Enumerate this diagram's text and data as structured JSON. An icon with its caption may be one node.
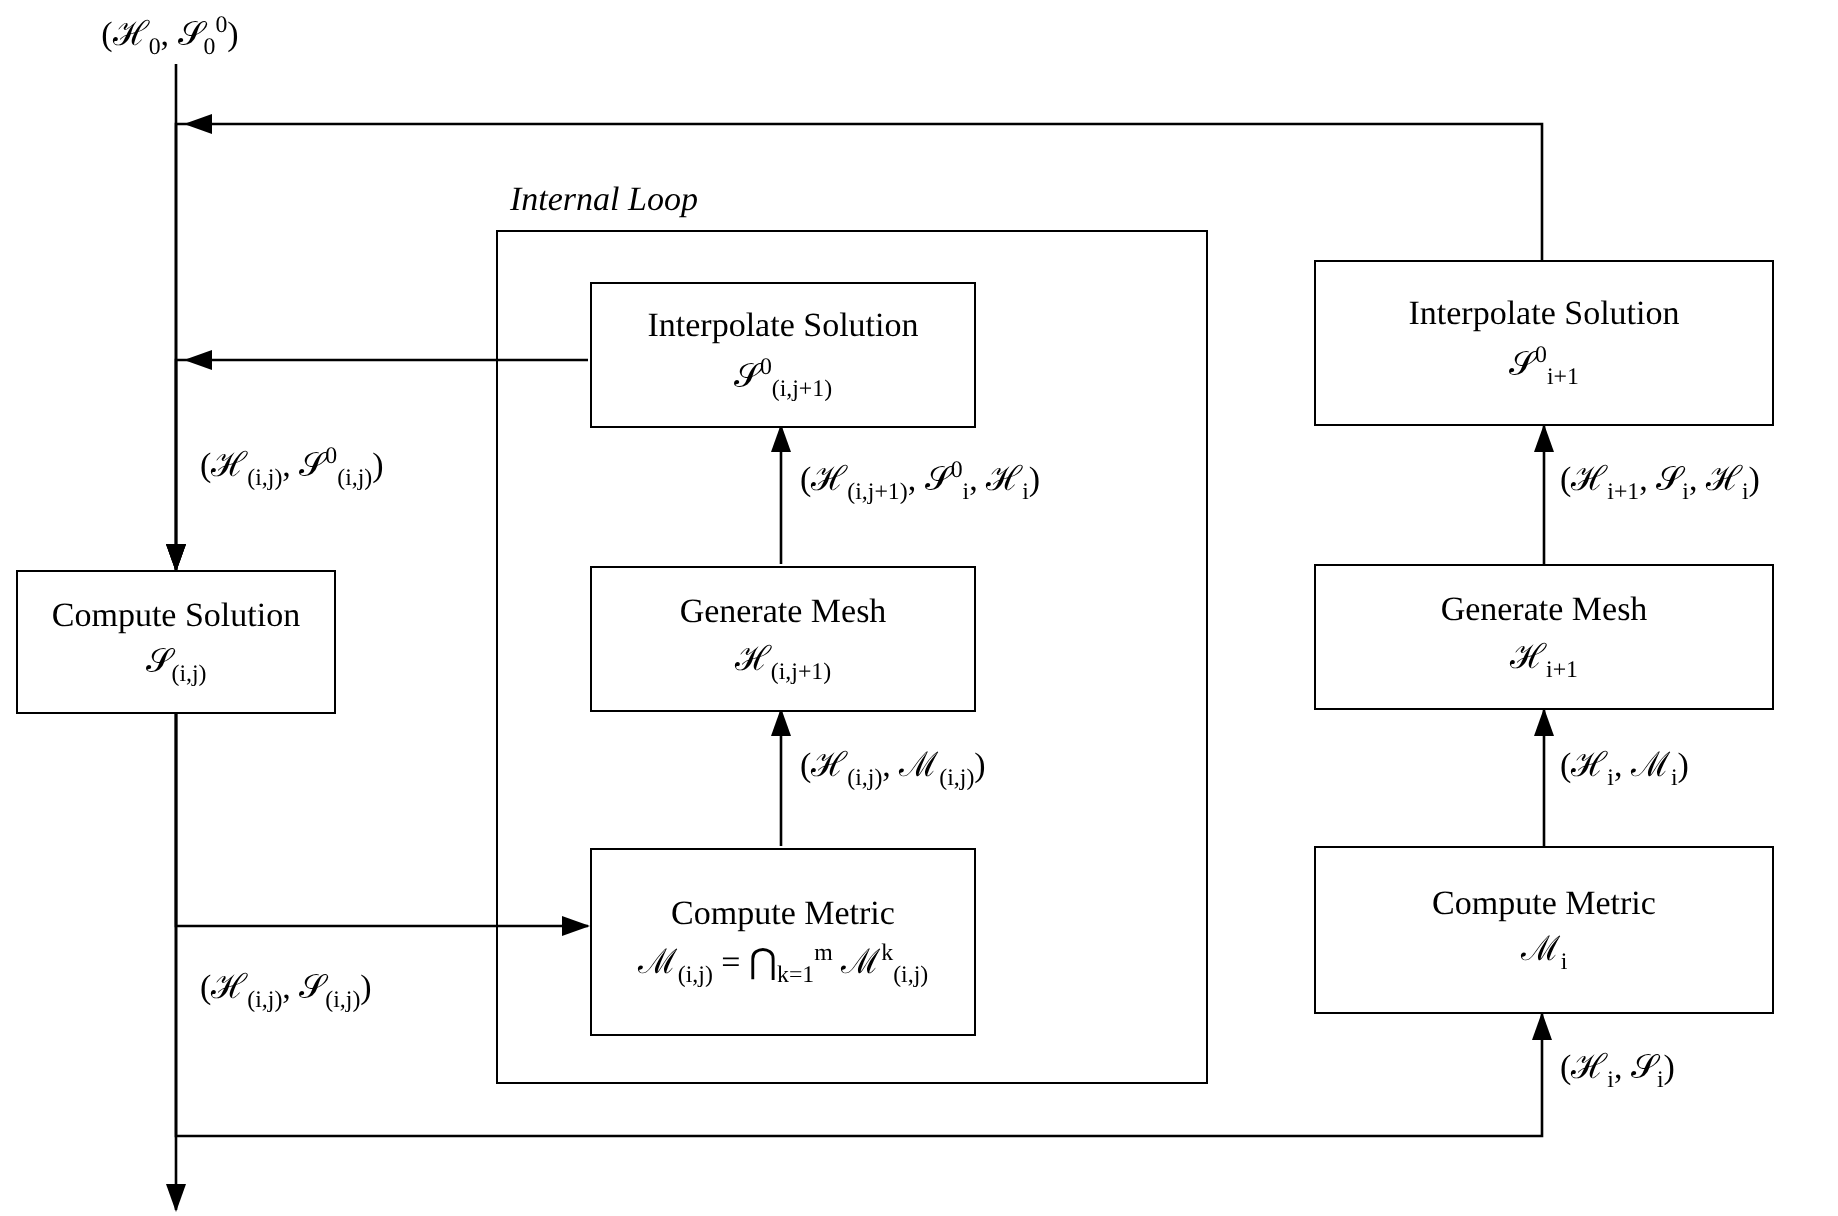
{
  "diagram": {
    "nodes": [
      {
        "text": [
          "(ℋ$_{0}$, 𝒮$_{0}$$^{0}$)"
        ]
      },
      {
        "text": [
          "Internal Loop"
        ]
      },
      {
        "text": [
          "Compute Solution",
          "𝒮$_{(i,j)}$"
        ]
      },
      {
        "text": [
          "Interpolate Solution",
          "𝒮$^{0}$$_{(i,j+1)}$"
        ],
        "in": 1
      },
      {
        "text": [
          "Generate Mesh",
          "ℋ$_{(i,j+1)}$"
        ],
        "in": 1
      },
      {
        "text": [
          "Compute Metric",
          "ℳ$_{(i,j)}$ = ⋂$_{k=1}$$^{m}$ ℳ$^{k}$$_{(i,j)}$"
        ],
        "in": 1
      },
      {
        "text": [
          "Interpolate Solution",
          "𝒮$^{0}$$_{i+1}$"
        ]
      },
      {
        "text": [
          "Generate Mesh",
          "ℋ$_{i+1}$"
        ]
      },
      {
        "text": [
          "Compute Metric",
          "ℳ$_{i}$"
        ]
      }
    ],
    "edges": [
      {
        "from": 0,
        "to": 2,
        "arrow": "to",
        "label": "(ℋ$_{(i,j)}$, 𝒮$^{0}$$_{(i,j)}$)"
      },
      {
        "from": 3,
        "to": 2,
        "arrow": "to"
      },
      {
        "from": 6,
        "to": 2,
        "arrow": "to"
      },
      {
        "from": 2,
        "to": 5,
        "arrow": "to",
        "label": "(ℋ$_{(i,j)}$, 𝒮$_{(i,j)}$)"
      },
      {
        "from": 5,
        "to": 4,
        "arrow": "to",
        "label": "(ℋ$_{(i,j)}$, ℳ$_{(i,j)}$)"
      },
      {
        "from": 4,
        "to": 3,
        "arrow": "to",
        "label": "(ℋ$_{(i,j+1)}$, 𝒮$^{0}$$_{i}$, ℋ$_{i}$)"
      },
      {
        "from": 2,
        "to": 8,
        "arrow": "to",
        "label": "(ℋ$_{i}$, 𝒮$_{i}$)"
      },
      {
        "from": 8,
        "to": 7,
        "arrow": "to",
        "label": "(ℋ$_{i}$, ℳ$_{i}$)"
      },
      {
        "from": 7,
        "to": 6,
        "arrow": "to",
        "label": "(ℋ$_{i+1}$, 𝒮$_{i}$, ℋ$_{i}$)"
      },
      {
        "from": 2,
        "to": null,
        "arrow": "to"
      }
    ]
  }
}
